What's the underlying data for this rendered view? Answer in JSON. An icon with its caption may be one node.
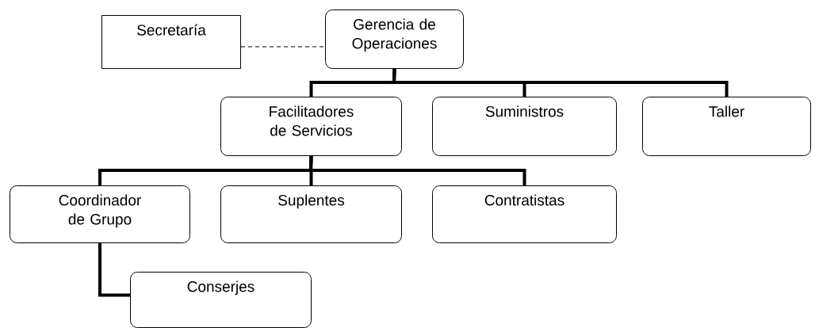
{
  "diagram": {
    "nodes": [
      {
        "text": [
          "Secretaría"
        ]
      },
      {
        "text": [
          "Gerencia de Operaciones"
        ]
      },
      {
        "text": [
          "Facilitadores de Servicios"
        ]
      },
      {
        "text": [
          "Suministros"
        ]
      },
      {
        "text": [
          "Taller"
        ]
      },
      {
        "text": [
          "Coordinador de Grupo"
        ]
      },
      {
        "text": [
          "Suplentes"
        ]
      },
      {
        "text": [
          "Contratistas"
        ]
      },
      {
        "text": [
          "Conserjes"
        ]
      }
    ],
    "edges": [
      {
        "from": 0,
        "to": 1,
        "arrow": "none",
        "style": "dashed"
      },
      {
        "from": 1,
        "to": 2,
        "arrow": "none"
      },
      {
        "from": 1,
        "to": 3,
        "arrow": "none"
      },
      {
        "from": 1,
        "to": 4,
        "arrow": "none"
      },
      {
        "from": 2,
        "to": 5,
        "arrow": "none"
      },
      {
        "from": 2,
        "to": 6,
        "arrow": "none"
      },
      {
        "from": 2,
        "to": 7,
        "arrow": "none"
      },
      {
        "from": 5,
        "to": 8,
        "arrow": "none"
      }
    ]
  }
}
